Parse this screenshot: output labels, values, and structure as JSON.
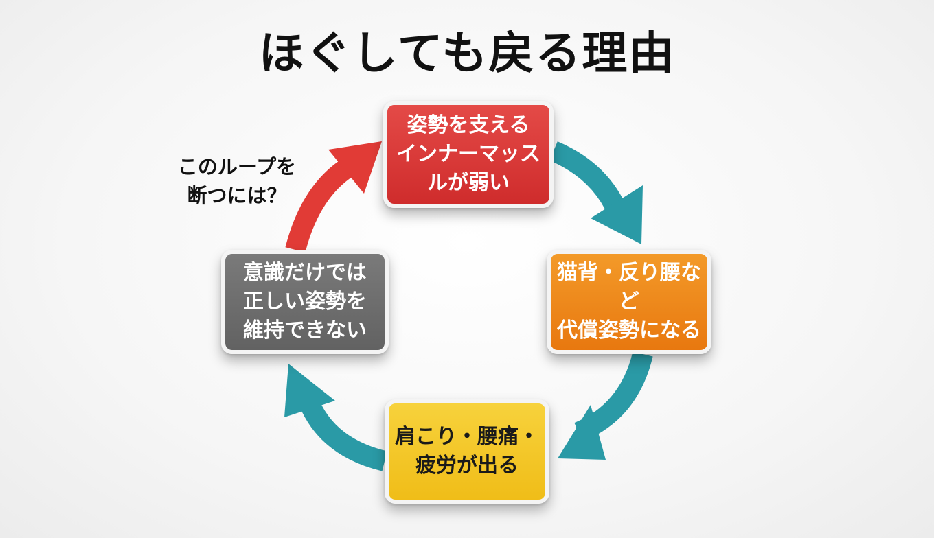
{
  "title": "ほぐしても戻る理由",
  "cycle": {
    "steps": [
      {
        "id": "weak-muscles",
        "text": "姿勢を支える\nインナーマッス\nルが弱い",
        "color": "#d83535"
      },
      {
        "id": "compensation",
        "text": "猫背・反り腰など\n代償姿勢になる",
        "color": "#ee8519"
      },
      {
        "id": "symptoms",
        "text": "肩こり・腰痛・\n疲労が出る",
        "color": "#f3c52a"
      },
      {
        "id": "awareness",
        "text": "意識だけでは\n正しい姿勢を\n維持できない",
        "color": "#6e6e6e"
      }
    ],
    "question": "このループを\n断つには？"
  },
  "colors": {
    "arrow_teal": "#2a9aa6",
    "arrow_red": "#e13b36"
  }
}
